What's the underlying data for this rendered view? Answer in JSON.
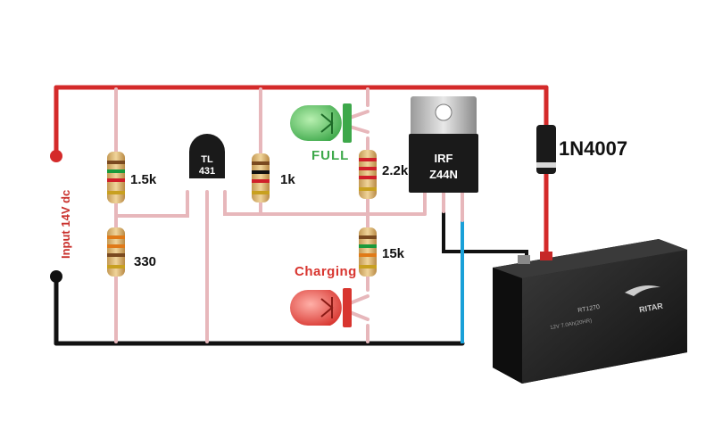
{
  "input_label": "Input 14V dc",
  "resistors": {
    "r1": "1.5k",
    "r2": "330",
    "r3": "1k",
    "r4": "2.2k",
    "r5": "15k"
  },
  "ic": {
    "line1": "TL",
    "line2": "431"
  },
  "mosfet": {
    "line1": "IRF",
    "line2": "Z44N"
  },
  "diode": "1N4007",
  "leds": {
    "full": {
      "label": "FULL",
      "color": "#3da84a"
    },
    "charging": {
      "label": "Charging",
      "color": "#e0403a"
    }
  },
  "battery": {
    "brand": "RITAR",
    "model": "RT1270",
    "spec": "12V 7.0Ah(20HR)"
  },
  "colors": {
    "positive_wire": "#d42a2a",
    "negative_wire": "#111111",
    "drain_wire": "#1aa0d8",
    "signal_wire": "#f2a7ab"
  }
}
